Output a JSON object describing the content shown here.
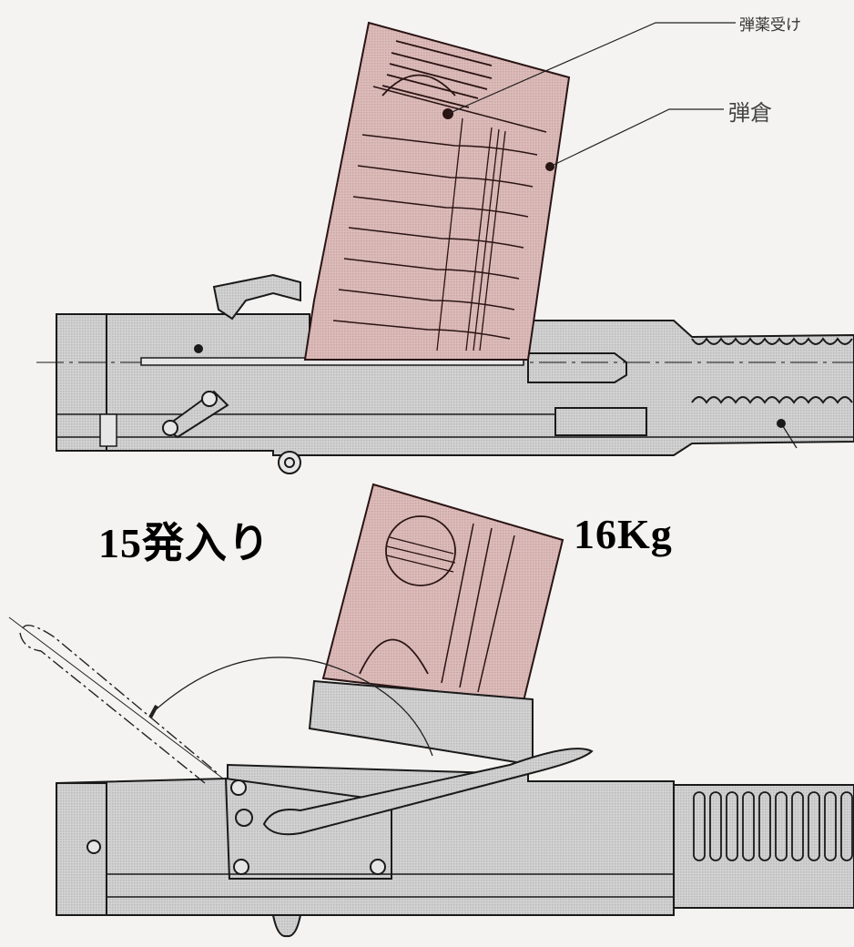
{
  "diagram": {
    "type": "technical cutaway illustration",
    "subject": "magazine-fed machine gun receiver, two views",
    "colors": {
      "background": "#f4f3f1",
      "body_fill": "#cfcfcf",
      "magazine_fill": "#d9b8b6",
      "line": "#1a1a1a"
    }
  },
  "labels": {
    "cartridge_guide": "弾薬受け",
    "magazine": "弾倉",
    "capacity": "15発入り",
    "weight": "16Kg"
  },
  "views": [
    {
      "name": "upper",
      "description": "side cutaway with magazine inserted, rounds visible"
    },
    {
      "name": "lower",
      "description": "side exterior with magazine and lever swing arc"
    }
  ]
}
